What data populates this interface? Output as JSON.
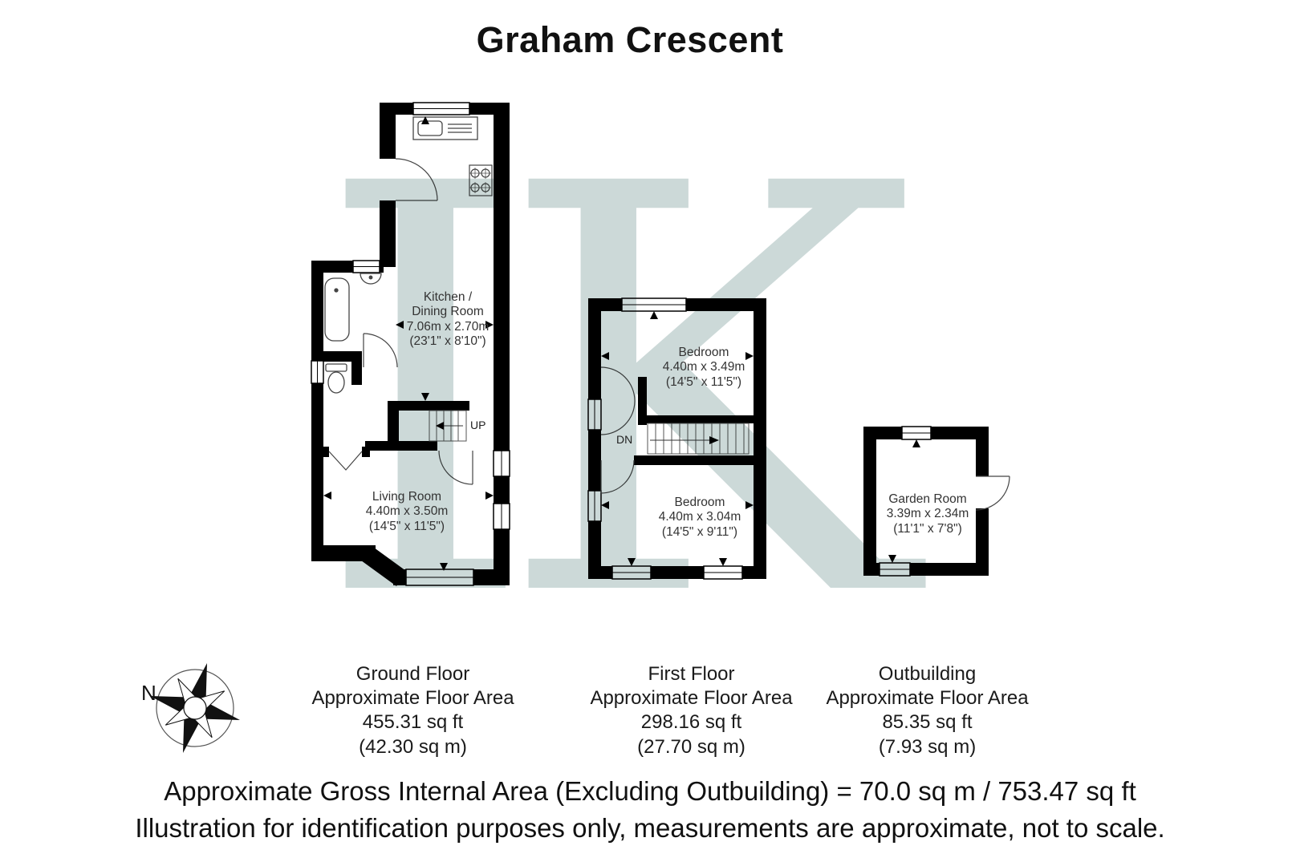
{
  "title": "Graham Crescent",
  "watermark": {
    "letter_left": "I",
    "letter_right": "K",
    "color": "#ccd9d8"
  },
  "plans": {
    "ground": {
      "kitchen": {
        "name_line1": "Kitchen /",
        "name_line2": "Dining Room",
        "dims_metric": "7.06m x 2.70m",
        "dims_imperial": "(23'1\" x 8'10\")"
      },
      "living": {
        "name": "Living Room",
        "dims_metric": "4.40m x 3.50m",
        "dims_imperial": "(14'5\" x 11'5\")"
      },
      "stairs_label": "UP"
    },
    "first": {
      "bedroom1": {
        "name": "Bedroom",
        "dims_metric": "4.40m x 3.49m",
        "dims_imperial": "(14'5\" x 11'5\")"
      },
      "bedroom2": {
        "name": "Bedroom",
        "dims_metric": "4.40m x 3.04m",
        "dims_imperial": "(14'5\" x 9'11\")"
      },
      "stairs_label": "DN"
    },
    "outbuilding": {
      "garden_room": {
        "name": "Garden Room",
        "dims_metric": "3.39m x 2.34m",
        "dims_imperial": "(11'1\" x 7'8\")"
      }
    }
  },
  "captions": {
    "ground": {
      "title": "Ground Floor",
      "subtitle": "Approximate Floor Area",
      "area_ft": "455.31 sq ft",
      "area_m": "(42.30 sq m)"
    },
    "first": {
      "title": "First Floor",
      "subtitle": "Approximate Floor Area",
      "area_ft": "298.16 sq ft",
      "area_m": "(27.70 sq m)"
    },
    "outbuilding": {
      "title": "Outbuilding",
      "subtitle": "Approximate Floor Area",
      "area_ft": "85.35 sq ft",
      "area_m": "(7.93 sq m)"
    }
  },
  "compass": {
    "north_label": "N"
  },
  "footer": {
    "line1": "Approximate Gross Internal Area (Excluding Outbuilding) = 70.0 sq m / 753.47 sq ft",
    "line2": "Illustration for identification purposes only, measurements are approximate, not to scale."
  }
}
